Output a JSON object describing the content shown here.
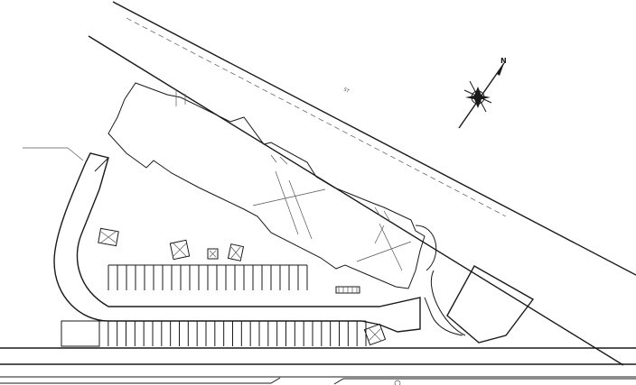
{
  "title": "Site Plan",
  "labels": {
    "north": "N",
    "road_upper": "ST",
    "building": "",
    "pad_building": "",
    "road_lower": "",
    "side_note": "",
    "generator": ""
  },
  "parking": {
    "upper_row_stalls": 22,
    "lower_row_stalls": 30
  },
  "colors": {
    "line": "#1a1a1a",
    "background": "#ffffff"
  }
}
